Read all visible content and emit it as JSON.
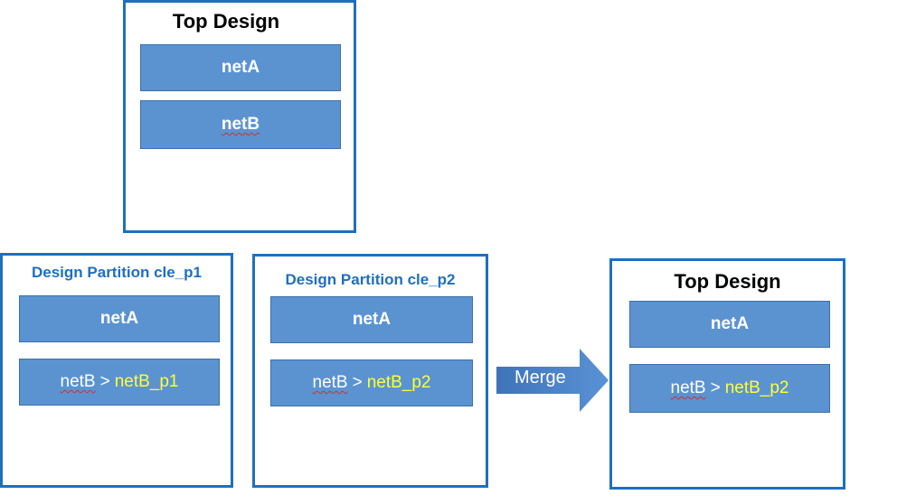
{
  "colors": {
    "border": "#1f6fbf",
    "net_fill": "#5b93d1",
    "net_text": "#ffffff",
    "renamed_text": "#ffff33",
    "partition_title": "#1f6fbf",
    "arrow_fill": "#4a80c8"
  },
  "top_design": {
    "title": "Top Design",
    "net_a": "netA",
    "net_b": "netB"
  },
  "partition_1": {
    "title": "Design Partition cle_p1",
    "net_a": "netA",
    "net_b_original": "netB",
    "separator": ">",
    "net_b_renamed": "netB_p1"
  },
  "partition_2": {
    "title": "Design Partition cle_p2",
    "net_a": "netA",
    "net_b_original": "netB",
    "separator": ">",
    "net_b_renamed": "netB_p2"
  },
  "merge_arrow": {
    "label": "Merge",
    "icon": "right-arrow-icon"
  },
  "merged_design": {
    "title": "Top Design",
    "net_a": "netA",
    "net_b_original": "netB",
    "separator": ">",
    "net_b_renamed": "netB_p2"
  }
}
